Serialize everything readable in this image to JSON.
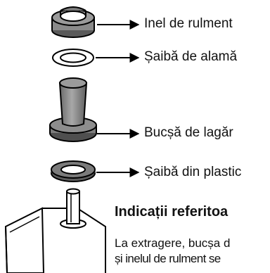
{
  "labels": {
    "bearing_ring": "Inel de rulment",
    "brass_washer": "Șaibă de alamă",
    "bearing_bush": "Bucșă de lagăr",
    "plastic_washer": "Șaibă din plastic"
  },
  "note": {
    "heading": "Indicații referitoa",
    "line1": "La extragere, bucșa d",
    "line2": "și inelul de rulment se"
  },
  "colors": {
    "part_dark": "#5a5a5a",
    "part_mid": "#8f8f8f",
    "part_light": "#bdbdbd",
    "outline": "#000000"
  }
}
